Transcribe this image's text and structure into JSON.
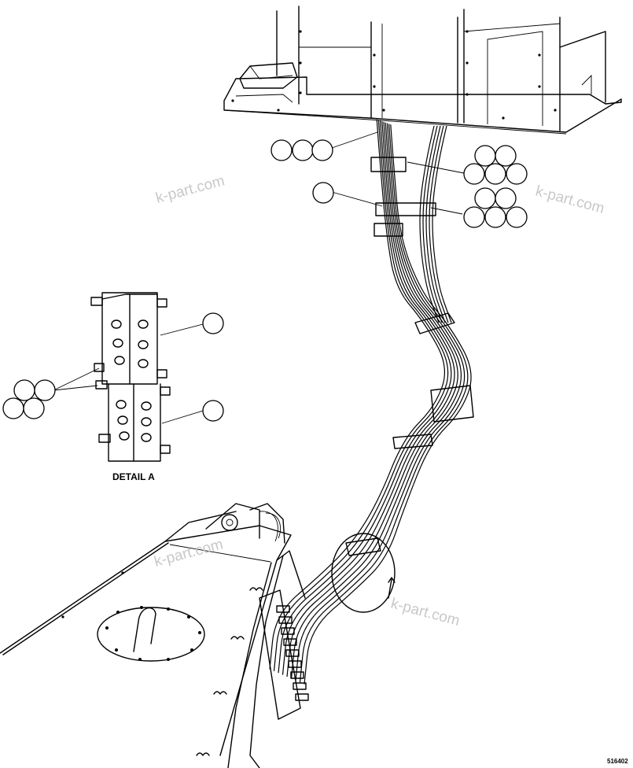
{
  "watermark": "k-part.com",
  "detail_label": "DETAIL A",
  "drawing_number": "516402"
}
